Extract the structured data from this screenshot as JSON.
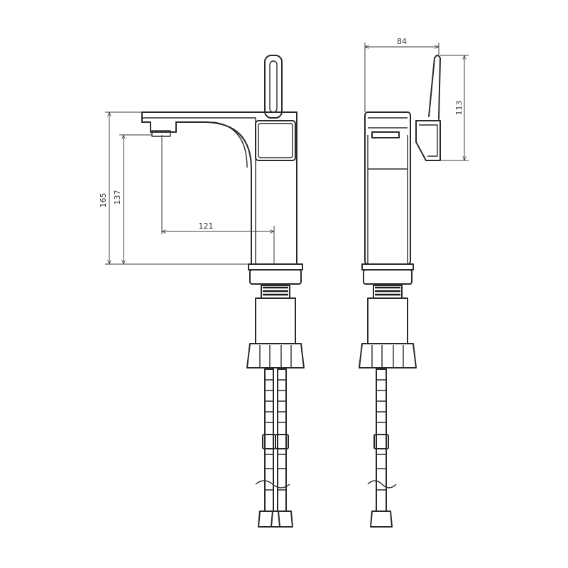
{
  "dimensions": {
    "overall_height": "165",
    "spout_height": "137",
    "spout_reach": "121",
    "side_depth": "84",
    "handle_height": "113"
  }
}
